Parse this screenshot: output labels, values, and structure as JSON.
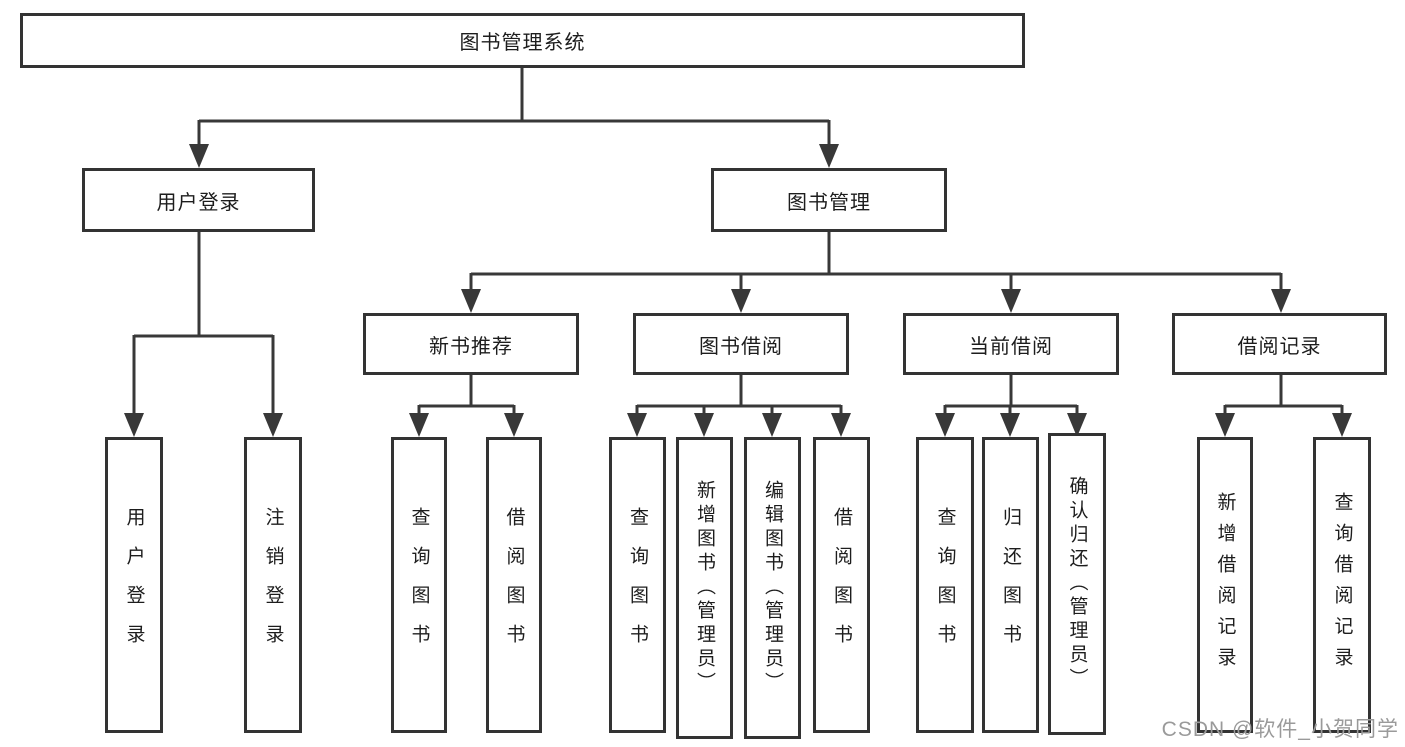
{
  "tree": {
    "root": {
      "label": "图书管理系统"
    },
    "children": [
      {
        "label": "用户登录",
        "children": [
          {
            "label": "用户登录"
          },
          {
            "label": "注销登录"
          }
        ]
      },
      {
        "label": "图书管理",
        "children": [
          {
            "label": "新书推荐",
            "children": [
              {
                "label": "查询图书"
              },
              {
                "label": "借阅图书"
              }
            ]
          },
          {
            "label": "图书借阅",
            "children": [
              {
                "label": "查询图书"
              },
              {
                "label": "新增图书（管理员）"
              },
              {
                "label": "编辑图书（管理员）"
              },
              {
                "label": "借阅图书"
              }
            ]
          },
          {
            "label": "当前借阅",
            "children": [
              {
                "label": "查询图书"
              },
              {
                "label": "归还图书"
              },
              {
                "label": "确认归还（管理员）"
              }
            ]
          },
          {
            "label": "借阅记录",
            "children": [
              {
                "label": "新增借阅记录"
              },
              {
                "label": "查询借阅记录"
              }
            ]
          }
        ]
      }
    ]
  },
  "watermark": {
    "text": "CSDN @软件_小贺同学"
  },
  "colors": {
    "line": "#383838",
    "border": "#333333",
    "text": "#1d1d1d",
    "background": "#ffffff",
    "watermark": "#9a9a9a"
  }
}
